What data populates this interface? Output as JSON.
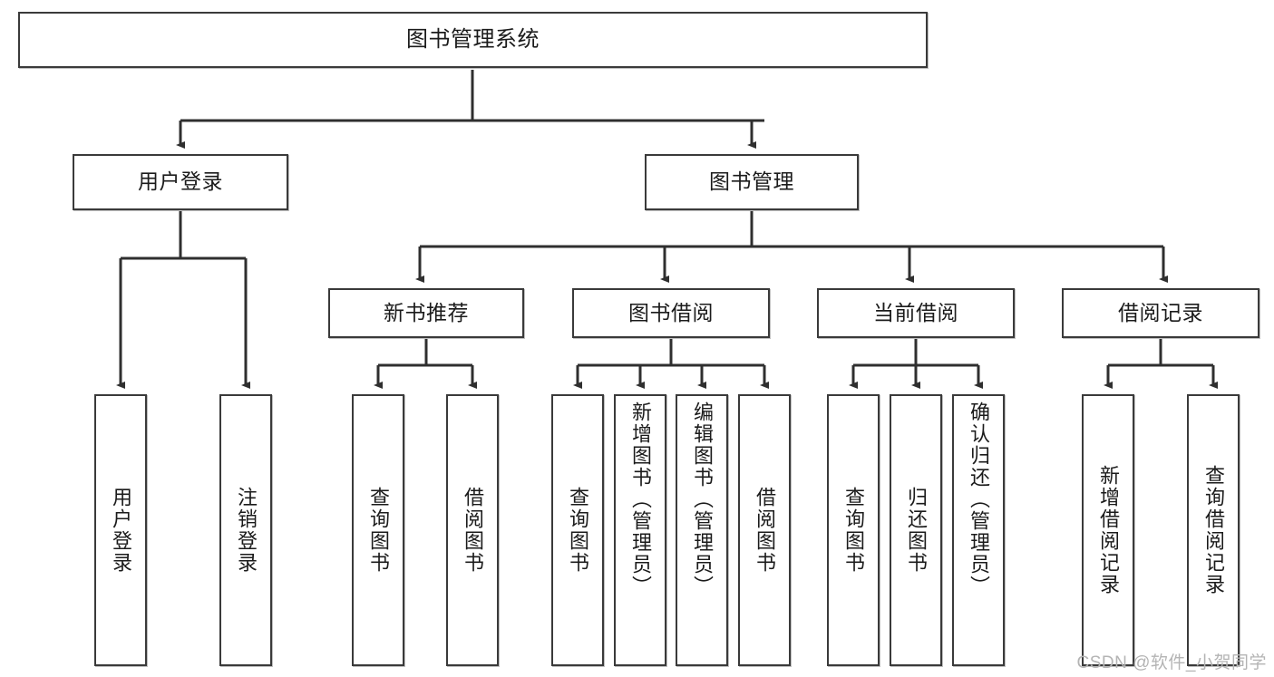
{
  "diagram": {
    "type": "tree",
    "title": "图书管理系统",
    "watermark": "CSDN @软件_小贺同学",
    "colors": {
      "box_border": "#3a3a3a",
      "box_fill": "#ffffff",
      "connector": "#2f2f2f",
      "text": "#1b1b1b",
      "watermark": "#b4b4b4"
    },
    "root": {
      "id": "root",
      "label": "图书管理系统",
      "level": 1
    },
    "level2": [
      {
        "id": "user-login",
        "label": "用户登录"
      },
      {
        "id": "book-manage",
        "label": "图书管理"
      }
    ],
    "level3": [
      {
        "id": "new-book-rec",
        "label": "新书推荐"
      },
      {
        "id": "book-borrow",
        "label": "图书借阅"
      },
      {
        "id": "current-borrow",
        "label": "当前借阅"
      },
      {
        "id": "borrow-record",
        "label": "借阅记录"
      }
    ],
    "leaves": {
      "user_login": [
        {
          "id": "leaf-user-login",
          "label": "用户登录"
        },
        {
          "id": "leaf-logout",
          "label": "注销登录"
        }
      ],
      "new_book_rec": [
        {
          "id": "leaf-query-book-1",
          "label": "查询图书"
        },
        {
          "id": "leaf-borrow-book-1",
          "label": "借阅图书"
        }
      ],
      "book_borrow": [
        {
          "id": "leaf-query-book-2",
          "label": "查询图书"
        },
        {
          "id": "leaf-add-book",
          "label": "新增图书（管理员）"
        },
        {
          "id": "leaf-edit-book",
          "label": "编辑图书（管理员）"
        },
        {
          "id": "leaf-borrow-book-2",
          "label": "借阅图书"
        }
      ],
      "current_borrow": [
        {
          "id": "leaf-query-book-3",
          "label": "查询图书"
        },
        {
          "id": "leaf-return-book",
          "label": "归还图书"
        },
        {
          "id": "leaf-confirm-return",
          "label": "确认归还（管理员）"
        }
      ],
      "borrow_record": [
        {
          "id": "leaf-add-record",
          "label": "新增借阅记录"
        },
        {
          "id": "leaf-query-record",
          "label": "查询借阅记录"
        }
      ]
    }
  }
}
